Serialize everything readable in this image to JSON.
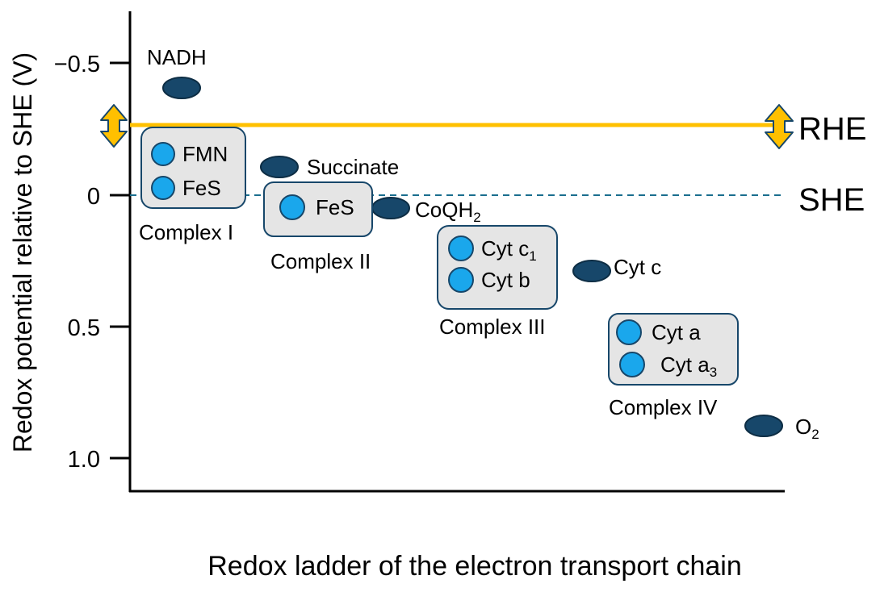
{
  "axis": {
    "ylabel": "Redox potential relative to SHE (V)",
    "xlabel": "Redox ladder of the electron transport chain",
    "ticks": [
      {
        "value": -0.5,
        "label": "−0.5"
      },
      {
        "value": 0,
        "label": "0"
      },
      {
        "value": 0.5,
        "label": "0.5"
      },
      {
        "value": 1.0,
        "label": "1.0"
      }
    ]
  },
  "references": {
    "rhe_label": "RHE",
    "she_label": "SHE"
  },
  "carriers": {
    "nadh": "NADH",
    "succinate": "Succinate",
    "coqh2_main": "CoQH",
    "coqh2_sub": "2",
    "cytc": "Cyt c",
    "o2_main": "O",
    "o2_sub": "2"
  },
  "complexes": {
    "c1": {
      "label": "Complex I",
      "item1": "FMN",
      "item2": "FeS"
    },
    "c2": {
      "label": "Complex II",
      "item1": "FeS"
    },
    "c3": {
      "label": "Complex III",
      "item1_main": "Cyt c",
      "item1_sub": "1",
      "item2": "Cyt b"
    },
    "c4": {
      "label": "Complex IV",
      "item1": "Cyt a",
      "item2_main": "Cyt a",
      "item2_sub": "3"
    }
  },
  "colors": {
    "carrier_fill": "#17476a",
    "center_fill": "#1aa7ec",
    "box_fill": "#e5e5e5",
    "box_stroke": "#17476a",
    "rhe_line": "#ffc000",
    "she_line": "#1a6e8e",
    "arrow_fill": "#ffc000",
    "axis": "#000000"
  }
}
